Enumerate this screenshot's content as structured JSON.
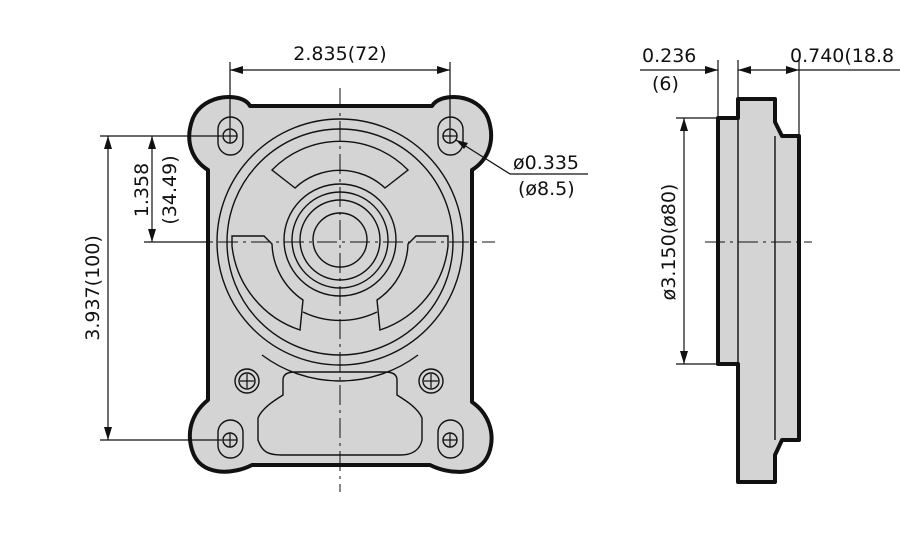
{
  "dimensions": {
    "hole_spacing_width": "2.835(72)",
    "hole_spacing_height": "3.937(100)",
    "center_offset_in": "1.358",
    "center_offset_mm": "(34.49)",
    "hole_diameter_in": "ø0.335",
    "hole_diameter_mm": "(ø8.5)",
    "flange_thickness_in": "0.236",
    "flange_thickness_mm": "(6)",
    "body_depth": "0.740(18.8",
    "pilot_diameter": "ø3.150(ø80)"
  },
  "colors": {
    "part_fill": "#d4d4d4",
    "line": "#111111"
  }
}
